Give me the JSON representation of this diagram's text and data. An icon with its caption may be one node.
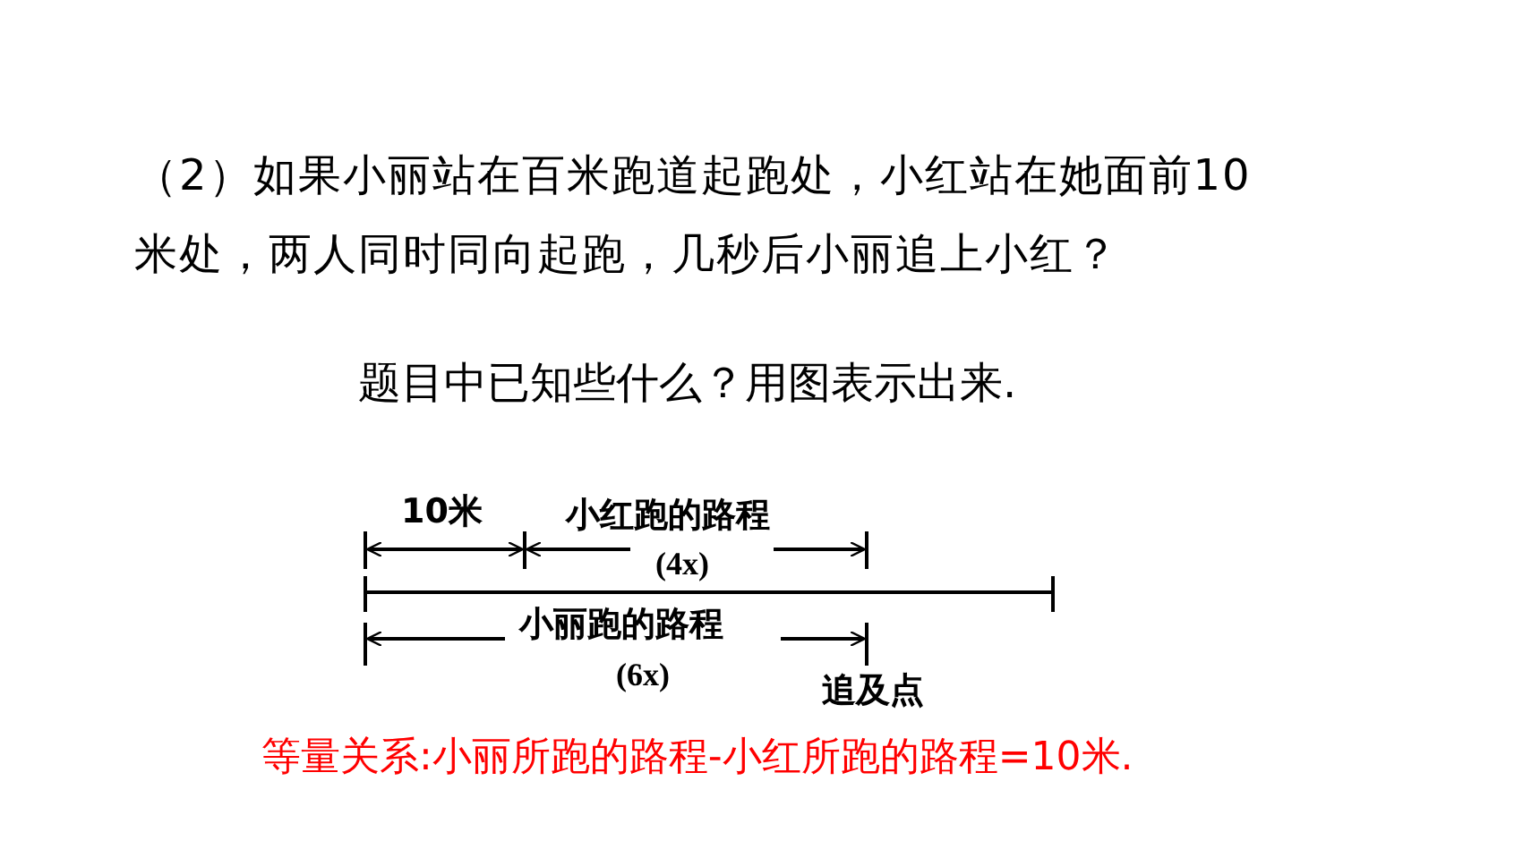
{
  "diagram": {
    "labels": [
      "（2）如果小丽站在百米跑道起跑处，小红站在她面前10米处，两人同时同向起跑，几秒后小丽追上小红？",
      "题目中已知些什么？用图表示出来.",
      "10米",
      "小红跑的路程",
      "(4x)",
      "小丽跑的路程",
      "(6x)",
      "追及点",
      "等量关系:小丽所跑的路程-小红所跑的路程=10米."
    ]
  }
}
